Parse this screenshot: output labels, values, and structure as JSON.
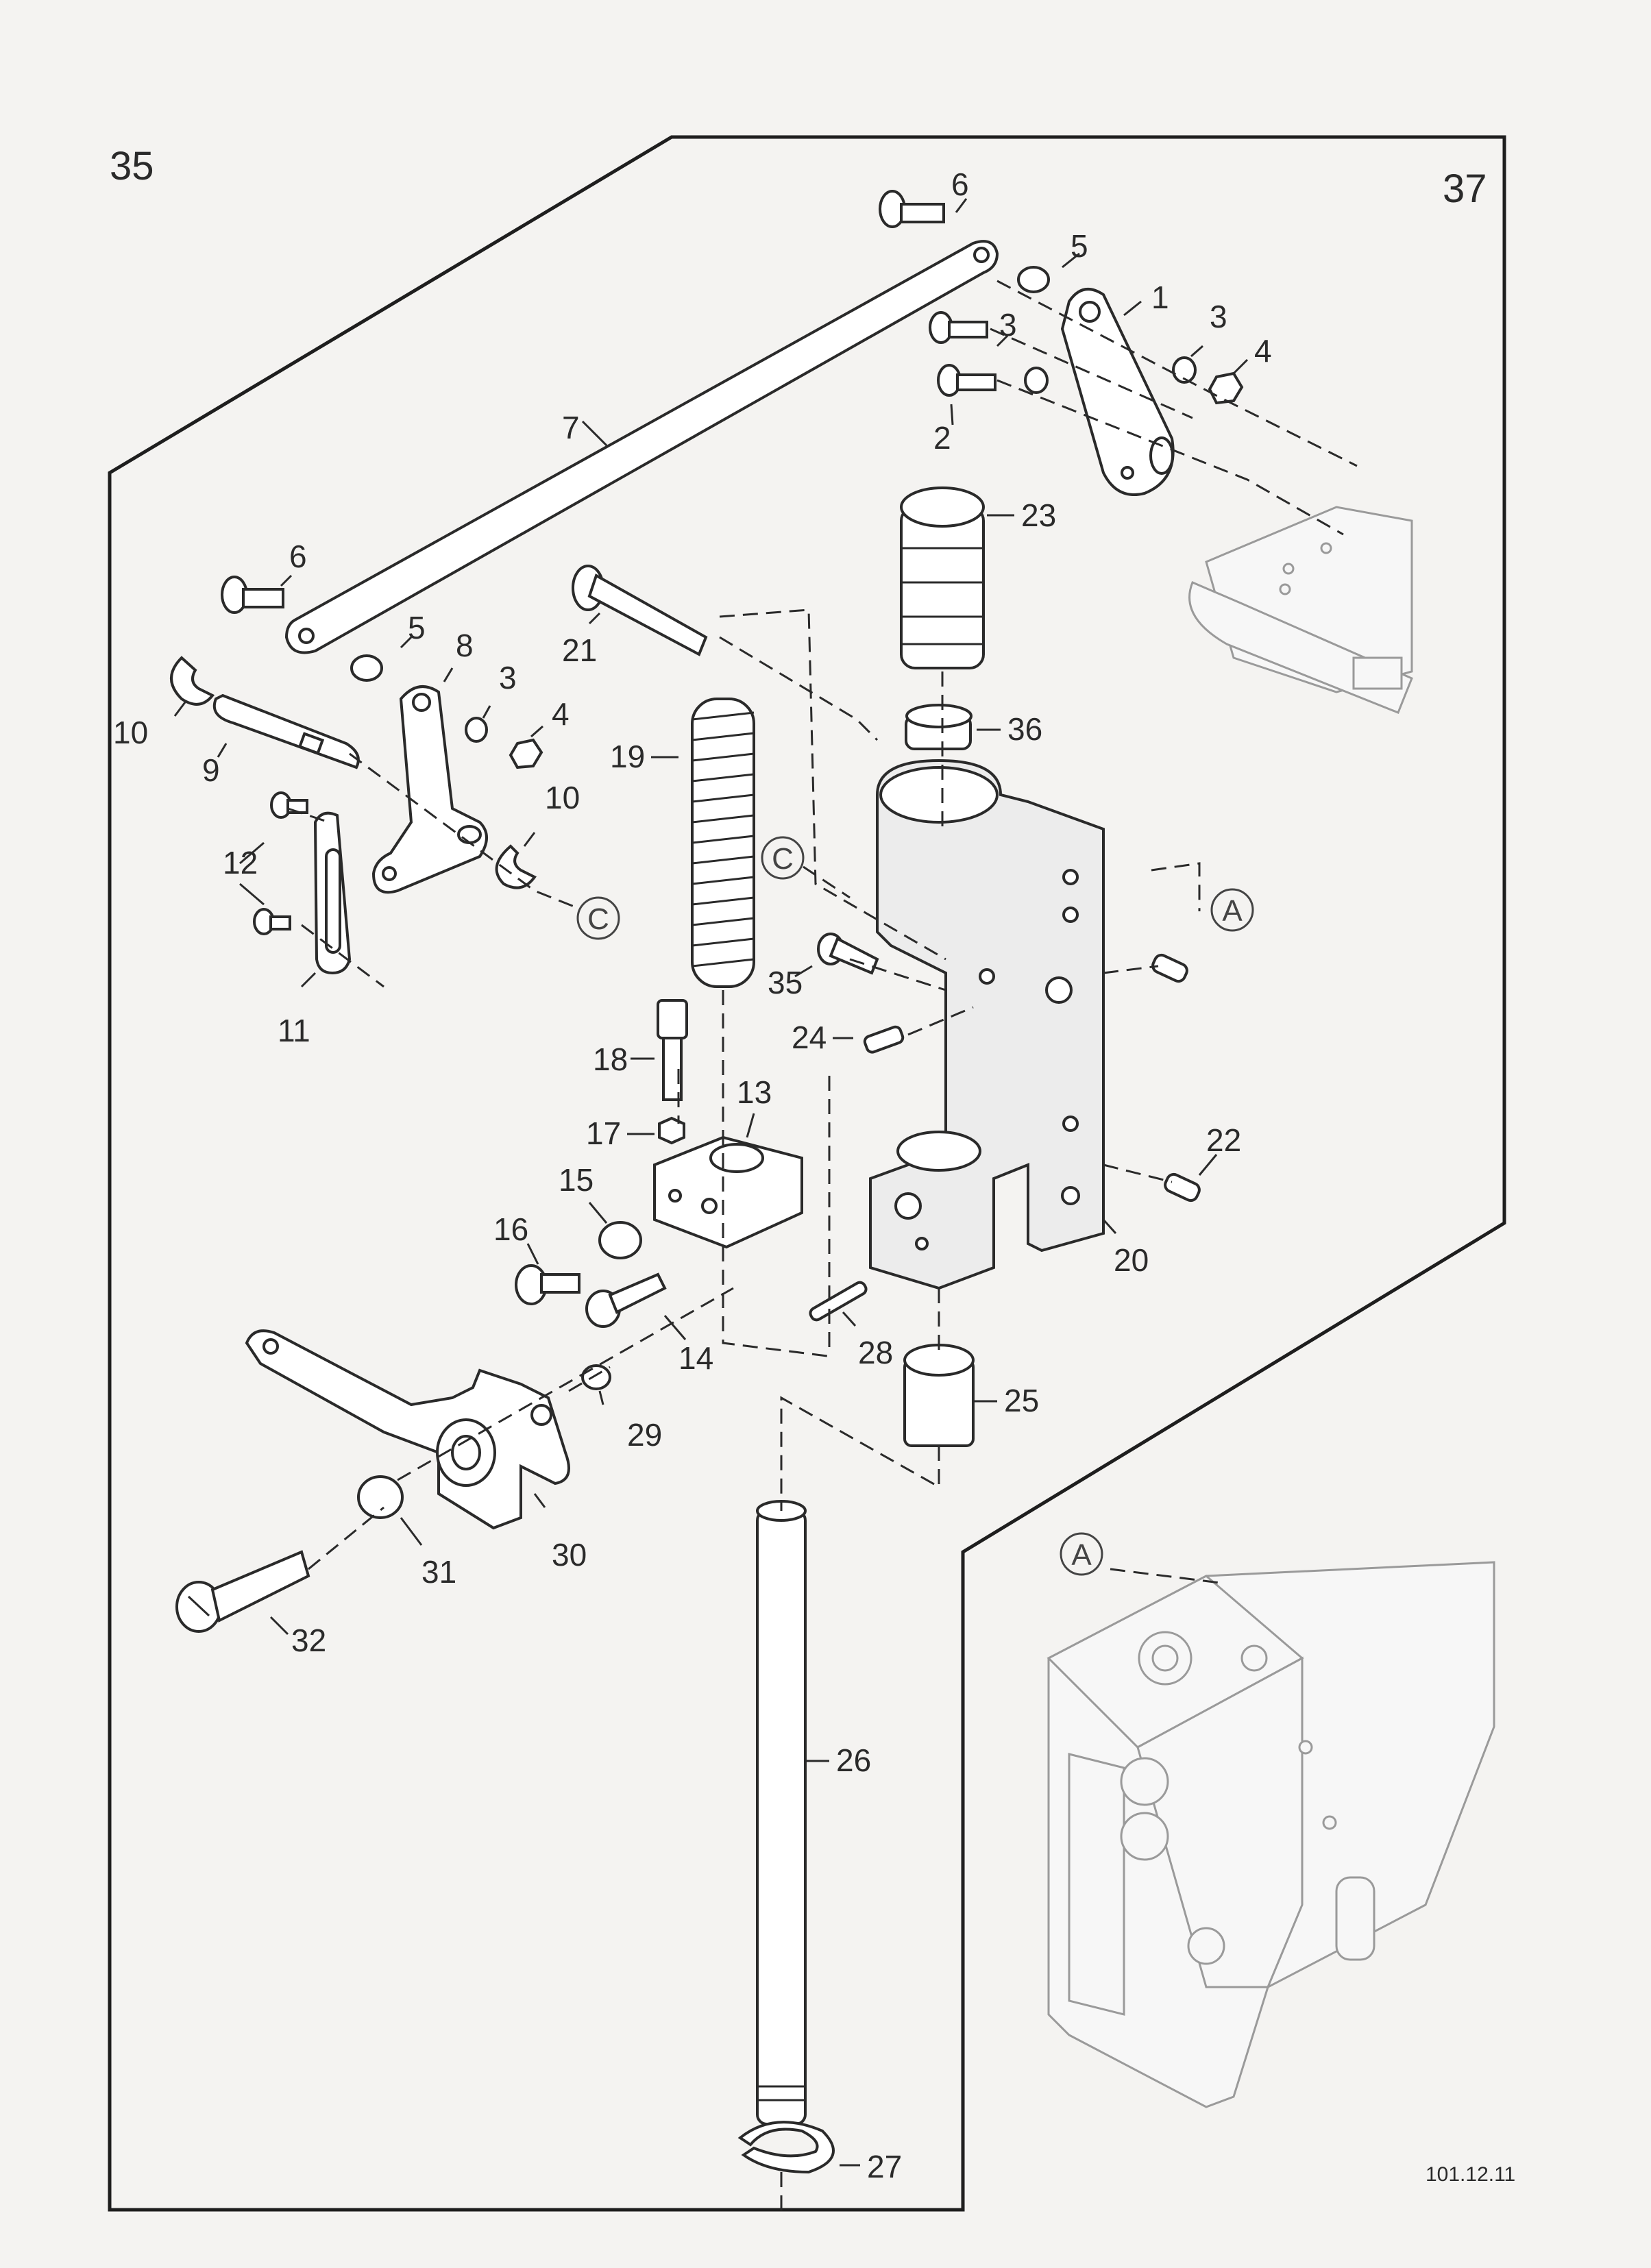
{
  "page": {
    "left_page_ref": "35",
    "right_page_ref": "37",
    "drawing_number": "101.12.11"
  },
  "callouts": [
    "1",
    "2",
    "3",
    "3",
    "3",
    "4",
    "4",
    "5",
    "5",
    "6",
    "6",
    "7",
    "8",
    "9",
    "10",
    "10",
    "11",
    "12",
    "13",
    "14",
    "15",
    "16",
    "17",
    "18",
    "19",
    "20",
    "21",
    "22",
    "23",
    "24",
    "25",
    "26",
    "27",
    "28",
    "29",
    "30",
    "31",
    "32",
    "35",
    "36"
  ],
  "reference_markers": [
    "A",
    "A",
    "C",
    "C"
  ]
}
